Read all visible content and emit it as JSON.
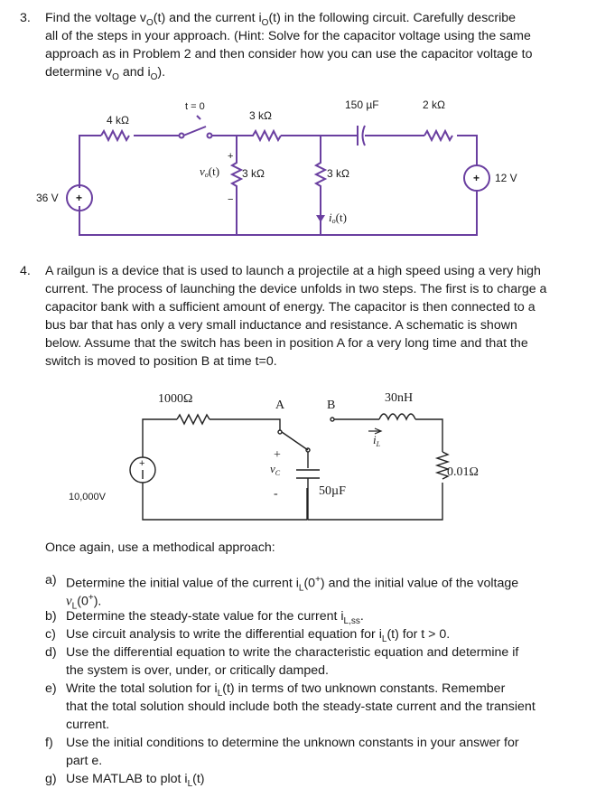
{
  "problem3": {
    "number": "3.",
    "line1": "Find the voltage v",
    "line1b": "O",
    "line1c": "(t) and the current i",
    "line1d": "O",
    "line1e": "(t) in the following circuit.  Carefully describe",
    "line2": "all of the steps in your approach.  (Hint: Solve for the capacitor voltage using the same",
    "line3": "approach as in Problem 2 and then consider how you can use the capacitor voltage to",
    "line4a": "determine v",
    "line4b": "O",
    "line4c": " and i",
    "line4d": "O",
    "line4e": ")."
  },
  "circuit1": {
    "r1": "4 kΩ",
    "switch": "t = 0",
    "r2": "3 kΩ",
    "cap": "150 µF",
    "r3": "2 kΩ",
    "src_left": "36 V",
    "src_right": "12 V",
    "r4": "3 kΩ",
    "vo_label": "v",
    "vo_sub": "o",
    "vo_t": "(t)",
    "r5": "3 kΩ",
    "io_label": "i",
    "io_sub": "o",
    "io_t": "(t)",
    "plus": "+",
    "minus": "−"
  },
  "problem4": {
    "number": "4.",
    "lines": [
      "A railgun is a device that is used to launch a projectile at a high speed using a very high",
      "current. The process of launching the device unfolds in two steps. The first is to charge a",
      "capacitor bank with a sufficient amount of energy. The capacitor is then connected to a",
      "bus bar that has only a very small inductance and resistance. A schematic is shown",
      "below. Assume that the switch has been in position A for a very long time and that the",
      "switch is moved to position B at time t=0."
    ]
  },
  "circuit2": {
    "r1": "1000Ω",
    "pos_a": "A",
    "pos_b": "B",
    "inductor": "30nH",
    "il": "i",
    "il_sub": "L",
    "vc": "v",
    "vc_sub": "C",
    "cap": "50µF",
    "r2": "0.01Ω",
    "src": "10,000V",
    "plus": "+",
    "minus": "-"
  },
  "approach": "Once again, use a methodical approach:",
  "parts": [
    {
      "label": "a)",
      "lines": [
        "Determine the initial value of the current i",
        "L",
        "(0",
        "+",
        ") and the initial value of the voltage"
      ],
      "line2": [
        "v",
        "L",
        "(0",
        "+",
        ")."
      ]
    },
    {
      "label": "b)",
      "text": "Determine the steady-state value for the current i",
      "sub": "L,ss",
      "end": "."
    },
    {
      "label": "c)",
      "text": "Use circuit analysis to write the differential equation for i",
      "sub": "L",
      "end": "(t) for t > 0."
    },
    {
      "label": "d)",
      "text": "Use the differential equation to write the characteristic equation and determine if",
      "line2": "the system is over, under, or critically damped."
    },
    {
      "label": "e)",
      "text": "Write the total solution for i",
      "sub": "L",
      "end": "(t) in terms of two unknown constants.  Remember",
      "line2": "that the total solution should include both the steady-state current and the transient",
      "line3": "current."
    },
    {
      "label": "f)",
      "text": "Use the initial conditions to determine the unknown constants in your answer for",
      "line2": "part e."
    },
    {
      "label": "g)",
      "text": "Use MATLAB to plot i",
      "sub": "L",
      "end": "(t)"
    }
  ]
}
